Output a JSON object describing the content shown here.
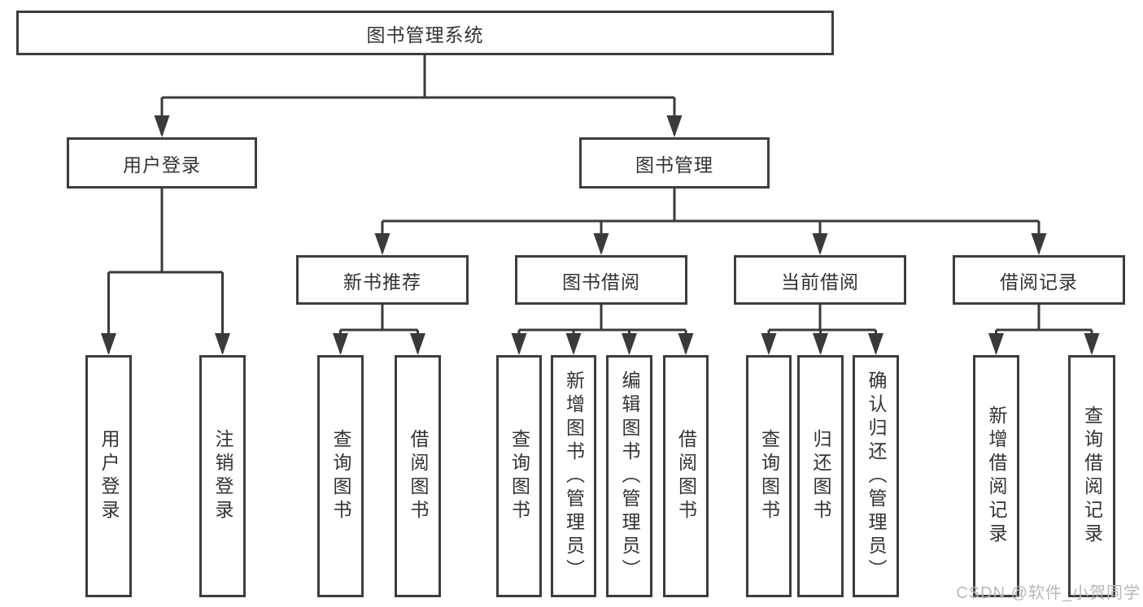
{
  "tree": {
    "root": {
      "label": "图书管理系统",
      "children": [
        {
          "label": "用户登录",
          "children": [
            {
              "label": "用户登录"
            },
            {
              "label": "注销登录"
            }
          ]
        },
        {
          "label": "图书管理",
          "children": [
            {
              "label": "新书推荐",
              "children": [
                {
                  "label": "查询图书"
                },
                {
                  "label": "借阅图书"
                }
              ]
            },
            {
              "label": "图书借阅",
              "children": [
                {
                  "label": "查询图书"
                },
                {
                  "label": "新增图书（管理员）"
                },
                {
                  "label": "编辑图书（管理员）"
                },
                {
                  "label": "借阅图书"
                }
              ]
            },
            {
              "label": "当前借阅",
              "children": [
                {
                  "label": "查询图书"
                },
                {
                  "label": "归还图书"
                },
                {
                  "label": "确认归还（管理员）"
                }
              ]
            },
            {
              "label": "借阅记录",
              "children": [
                {
                  "label": "新增借阅记录"
                },
                {
                  "label": "查询借阅记录"
                }
              ]
            }
          ]
        }
      ]
    }
  },
  "watermark": {
    "text": "CSDN @软件_小贺同学"
  },
  "colors": {
    "line": "#3a3a3a",
    "border": "#3d3d3d",
    "text": "#333333",
    "watermark": "#b7b7b7"
  }
}
